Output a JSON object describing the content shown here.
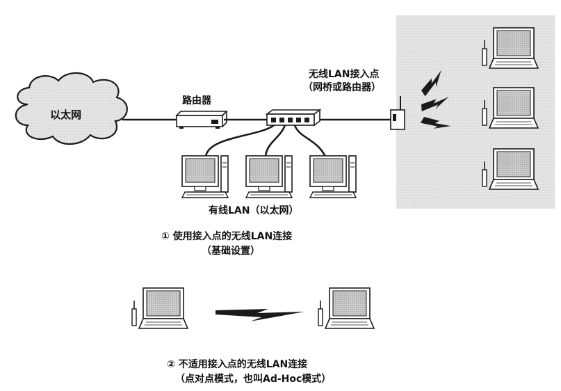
{
  "labels": {
    "ethernet_cloud": "以太网",
    "router": "路由器",
    "ap_title": "无线LAN接入点",
    "ap_subtitle": "（网桥或路由器）",
    "wired_lan": "有线LAN（以太网）",
    "caption1_line1": "① 使用接入点的无线LAN连接",
    "caption1_line2": "（基础设置）",
    "caption2_line1": "② 不适用接入点的无线LAN连接",
    "caption2_line2": "（点对点模式，也叫Ad-Hoc模式）"
  },
  "colors": {
    "line": "#1a1a1a",
    "cloud_fill": "#d6d6d6",
    "wireless_zone": "#e6e6e6",
    "screen_fill": "#c8c8c8",
    "device_fill": "#ffffff"
  },
  "icons": [
    "cloud-icon",
    "router-icon",
    "hub-icon",
    "access-point-icon",
    "desktop-pc-icon",
    "laptop-icon",
    "lightning-signal-icon"
  ]
}
